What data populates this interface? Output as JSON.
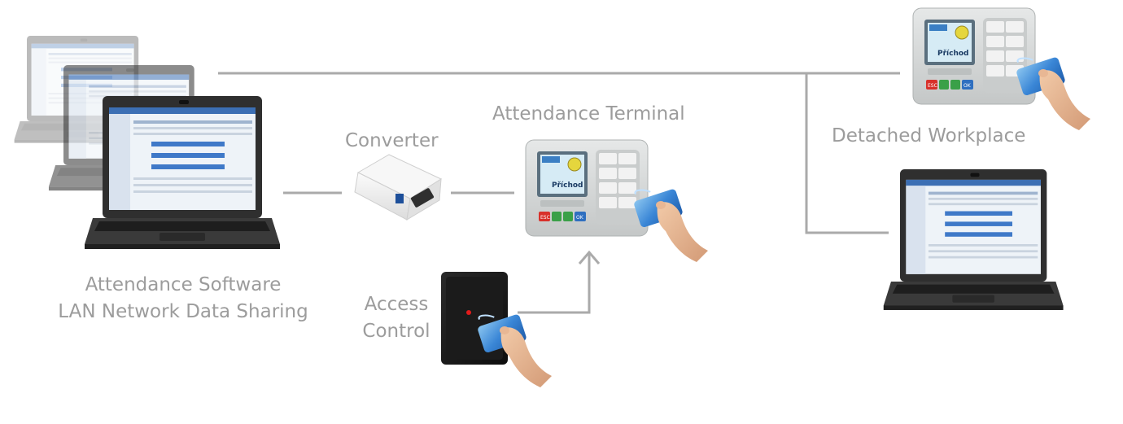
{
  "labels": {
    "converter": "Converter",
    "terminal": "Attendance Terminal",
    "detached": "Detached Workplace",
    "software_line1": "Attendance Software",
    "software_line2": "LAN Network Data Sharing",
    "access_line1": "Access",
    "access_line2": "Control"
  },
  "terminal_screen": {
    "status_text": "Příchod",
    "keys": [
      "ESC",
      "OK"
    ]
  },
  "colors": {
    "label_text": "#9c9c9c",
    "connector": "#aaaaaa",
    "card_blue": "#3a86d6",
    "terminal_body": "#d6d8d8",
    "laptop_body": "#2f2f2f",
    "screen_bg": "#eef3f8",
    "key_red": "#d8312b",
    "key_green": "#3aa048",
    "key_blue": "#2f6fc0"
  }
}
